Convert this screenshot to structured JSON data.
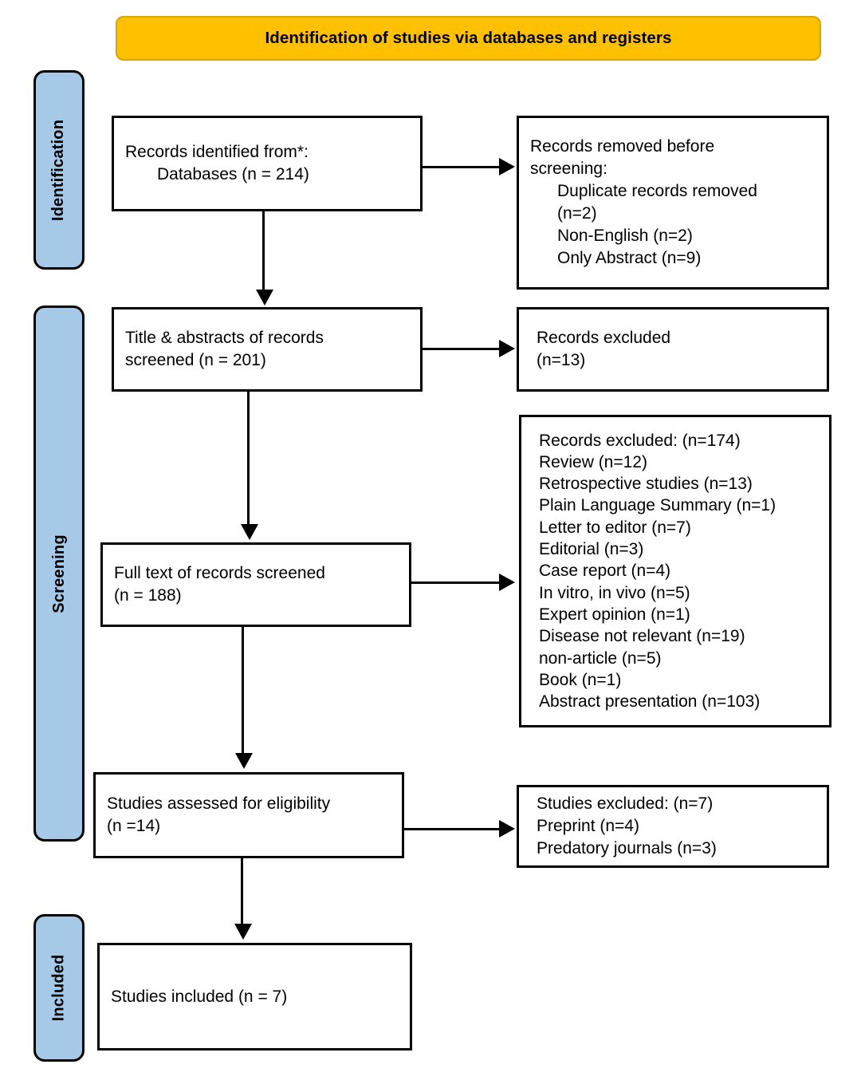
{
  "header": {
    "title": "Identification of studies via databases and registers",
    "background_color": "#FFC000"
  },
  "stages": {
    "identification": {
      "label": "Identification",
      "color": "#A6C9E8"
    },
    "screening": {
      "label": "Screening",
      "color": "#A6C9E8"
    },
    "included": {
      "label": "Included",
      "color": "#A6C9E8"
    }
  },
  "boxes": {
    "identified": {
      "lines": [
        "Records identified from*:",
        "Databases (n = 214)"
      ]
    },
    "removed_before_screening": {
      "lead": "Records removed ",
      "italic_1": "before",
      "italic_2": "screening",
      "colon": ":",
      "items": [
        "Duplicate records removed",
        "(n=2)",
        "Non-English (n=2)",
        "Only Abstract (n=9)"
      ]
    },
    "title_abstracts_screened": {
      "lines": [
        "Title & abstracts of records",
        "screened (n = 201)"
      ]
    },
    "records_excluded": {
      "lines": [
        "Records excluded",
        "(n=13)"
      ]
    },
    "exclusion_reasons": {
      "lines": [
        "Records excluded: (n=174)",
        "Review (n=12)",
        "Retrospective studies (n=13)",
        "Plain Language Summary (n=1)",
        "Letter to editor (n=7)",
        "Editorial (n=3)",
        "Case report (n=4)",
        "In vitro, in vivo (n=5)",
        "Expert opinion (n=1)",
        "Disease not relevant (n=19)",
        "non-article (n=5)",
        "Book (n=1)",
        "Abstract presentation (n=103)"
      ]
    },
    "fulltext_screened": {
      "lines": [
        "Full text of records screened",
        "(n = 188)"
      ]
    },
    "eligibility": {
      "lines": [
        "Studies assessed for eligibility",
        "(n =14)"
      ]
    },
    "studies_excluded": {
      "lines": [
        "Studies excluded: (n=7)",
        "Preprint (n=4)",
        "Predatory journals (n=3)"
      ]
    },
    "included": {
      "lines": [
        "Studies included (n = 7)"
      ]
    }
  },
  "chart_data": {
    "type": "diagram",
    "title": "PRISMA 2020 flow diagram: Identification of studies via databases and registers",
    "stages": [
      "Identification",
      "Screening",
      "Included"
    ],
    "counts": {
      "records_identified_databases": 214,
      "duplicate_records_removed": 2,
      "non_english_removed": 2,
      "only_abstract_removed": 9,
      "title_abstracts_screened": 201,
      "records_excluded_at_title_abstract": 13,
      "full_text_screened": 188,
      "records_excluded_at_full_text": 174,
      "studies_assessed_for_eligibility": 14,
      "studies_excluded_at_eligibility": 7,
      "studies_included": 7
    },
    "full_text_exclusion_reasons": [
      {
        "reason": "Review",
        "n": 12
      },
      {
        "reason": "Retrospective studies",
        "n": 13
      },
      {
        "reason": "Plain Language Summary",
        "n": 1
      },
      {
        "reason": "Letter to editor",
        "n": 7
      },
      {
        "reason": "Editorial",
        "n": 3
      },
      {
        "reason": "Case report",
        "n": 4
      },
      {
        "reason": "In vitro, in vivo",
        "n": 5
      },
      {
        "reason": "Expert opinion",
        "n": 1
      },
      {
        "reason": "Disease not relevant",
        "n": 19
      },
      {
        "reason": "non-article",
        "n": 5
      },
      {
        "reason": "Book",
        "n": 1
      },
      {
        "reason": "Abstract presentation",
        "n": 103
      }
    ],
    "eligibility_exclusion_reasons": [
      {
        "reason": "Preprint",
        "n": 4
      },
      {
        "reason": "Predatory journals",
        "n": 3
      }
    ]
  }
}
